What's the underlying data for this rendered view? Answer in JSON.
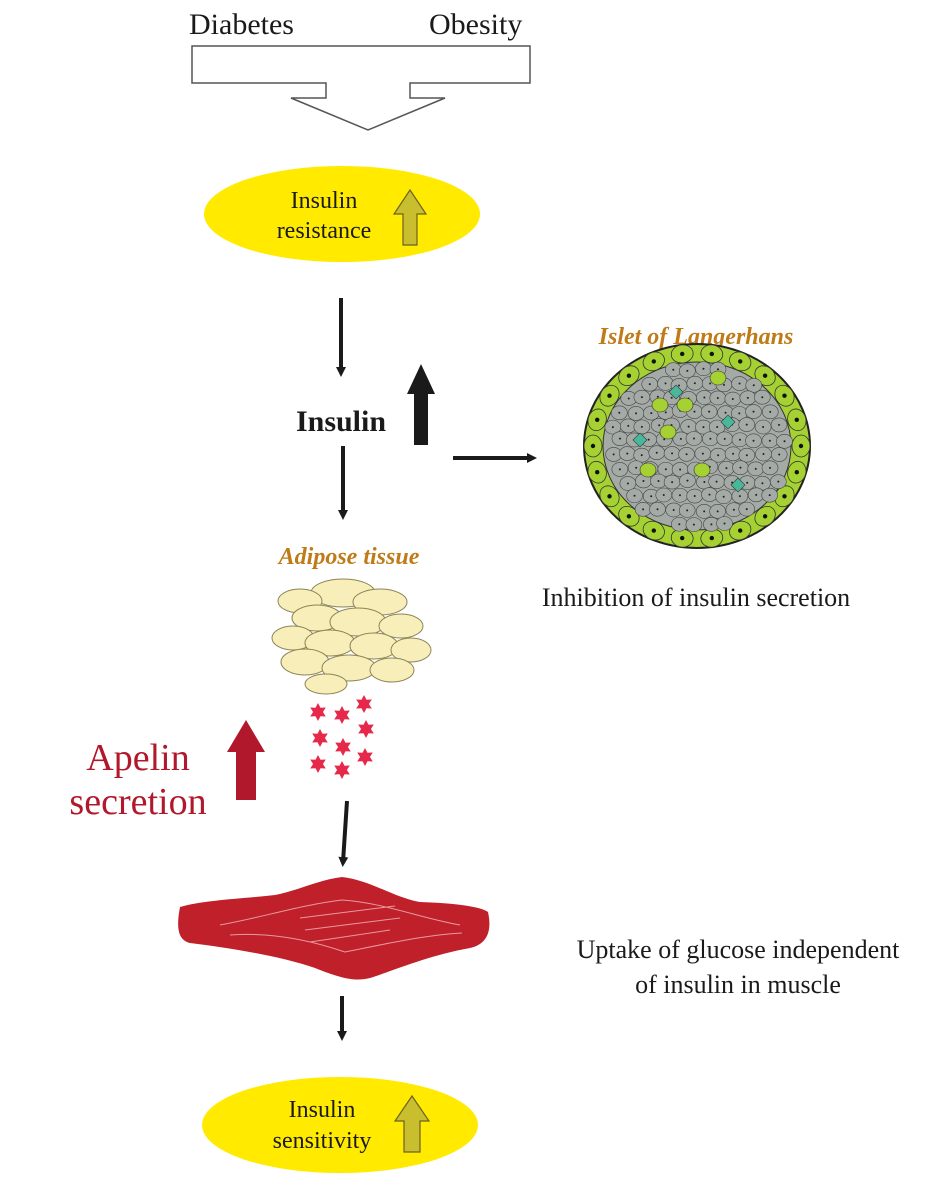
{
  "top": {
    "diabetes_label": "Diabetes",
    "obesity_label": "Obesity"
  },
  "resistance": {
    "line1": "Insulin",
    "line2": "resistance",
    "direction": "up"
  },
  "insulin": {
    "label": "Insulin",
    "direction": "up"
  },
  "islet": {
    "title": "Islet of Langerhans",
    "caption": "Inhibition of insulin secretion"
  },
  "adipose": {
    "title": "Adipose tissue"
  },
  "apelin": {
    "line1": "Apelin",
    "line2": "secretion",
    "direction": "up"
  },
  "muscle": {
    "caption_line1": "Uptake of glucose independent",
    "caption_line2": "of insulin in muscle"
  },
  "sensitivity": {
    "line1": "Insulin",
    "line2": "sensitivity",
    "direction": "up"
  },
  "colors": {
    "ellipse_fill": "#ffea00",
    "up_arrow_fill": "#c9bf2e",
    "title_orange": "#c07a17",
    "apelin_red": "#b2182b",
    "muscle_red": "#c0202a",
    "islet_green": "#a6d133",
    "islet_grey": "#a4aaa6",
    "islet_teal": "#49b89a",
    "fat_cell": "#f7eeb9",
    "star_red": "#e6294b"
  }
}
